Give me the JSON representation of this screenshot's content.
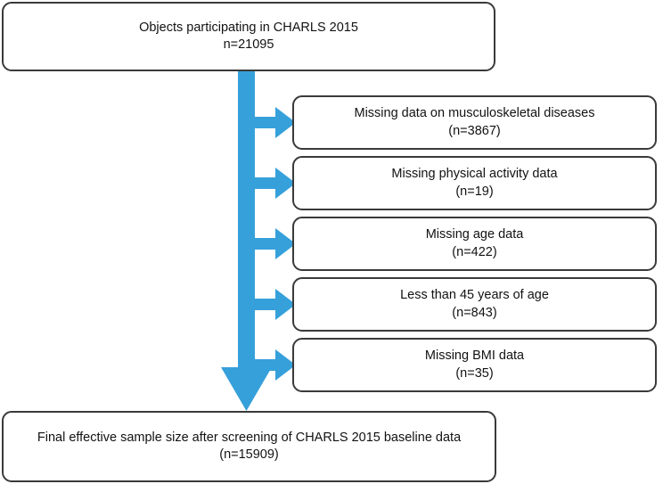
{
  "diagram": {
    "title": "CHARLS 2015 participant selection flowchart",
    "accent_color": "#36a0db",
    "border_color": "#3a3a3a",
    "text_color": "#121212",
    "background_color": "#ffffff"
  },
  "start_node": {
    "line1": "Objects participating in CHARLS 2015",
    "line2": "n=21095"
  },
  "exclusions": [
    {
      "line1": "Missing data on musculoskeletal diseases",
      "line2": "(n=3867)"
    },
    {
      "line1": "Missing physical activity data",
      "line2": "(n=19)"
    },
    {
      "line1": "Missing age data",
      "line2": "(n=422)"
    },
    {
      "line1": "Less than 45 years of age",
      "line2": "(n=843)"
    },
    {
      "line1": "Missing BMI data",
      "line2": "(n=35)"
    }
  ],
  "final_node": {
    "line1": "Final effective sample size after screening of CHARLS 2015 baseline data",
    "line2": "(n=15909)"
  },
  "chart_data": {
    "type": "flowchart",
    "title": "CHARLS 2015 participant selection flowchart",
    "nodes": [
      {
        "id": "start",
        "label": "Objects participating in CHARLS 2015",
        "n": 21095
      },
      {
        "id": "excl-0",
        "label": "Missing data on musculoskeletal diseases",
        "n": 3867
      },
      {
        "id": "excl-1",
        "label": "Missing physical activity data",
        "n": 19
      },
      {
        "id": "excl-2",
        "label": "Missing age data",
        "n": 422
      },
      {
        "id": "excl-3",
        "label": "Less than 45 years of age",
        "n": 843
      },
      {
        "id": "excl-4",
        "label": "Missing BMI data",
        "n": 35
      },
      {
        "id": "final",
        "label": "Final effective sample size after screening of CHARLS 2015 baseline data",
        "n": 15909
      }
    ],
    "edges": [
      {
        "from": "start",
        "to": "excl-0",
        "kind": "exclusion"
      },
      {
        "from": "start",
        "to": "excl-1",
        "kind": "exclusion"
      },
      {
        "from": "start",
        "to": "excl-2",
        "kind": "exclusion"
      },
      {
        "from": "start",
        "to": "excl-3",
        "kind": "exclusion"
      },
      {
        "from": "start",
        "to": "excl-4",
        "kind": "exclusion"
      },
      {
        "from": "start",
        "to": "final",
        "kind": "main"
      }
    ]
  }
}
